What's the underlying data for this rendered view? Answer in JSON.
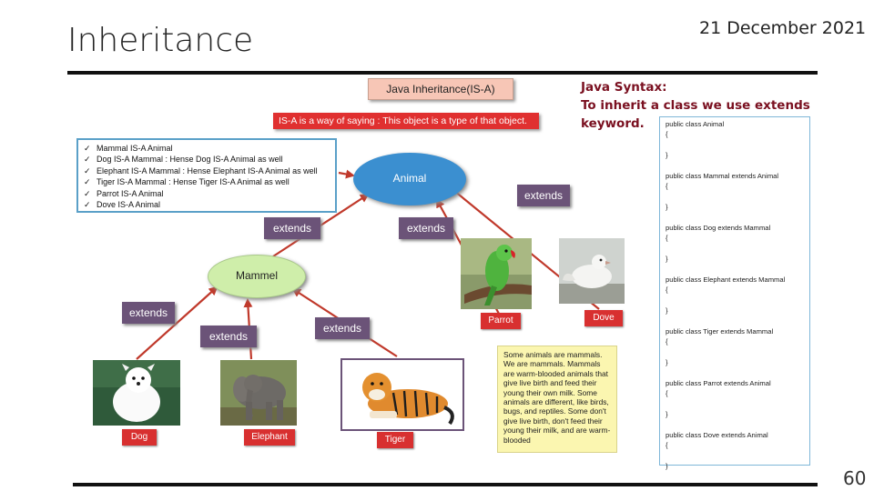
{
  "slide": {
    "title": "Inheritance",
    "date": "21 December 2021",
    "page_number": "60"
  },
  "syntax": {
    "line1": "Java Syntax:",
    "line2": "To inherit a class we use extends keyword."
  },
  "diagram": {
    "header": "Java Inheritance(IS-A)",
    "isa_statement": "IS-A is a way of saying : This object is a type of that object.",
    "checklist": [
      "Mammal IS-A Animal",
      "Dog IS-A Mammal  :  Hense  Dog IS-A Animal as well",
      "Elephant IS-A Mammal  :  Hense Elephant IS-A Animal as well",
      "Tiger IS-A Mammal :  Hense Tiger IS-A Animal as well",
      "Parrot IS-A Animal",
      "Dove IS-A Animal"
    ],
    "check_glyph": "✓",
    "root_node": "Animal",
    "mid_node": "Mammel",
    "extends_label": "extends",
    "labels": {
      "parrot": "Parrot",
      "dove": "Dove",
      "dog": "Dog",
      "elephant": "Elephant",
      "tiger": "Tiger"
    },
    "note": "Some animals are mammals. We are mammals. Mammals are warm-blooded animals that give live birth and feed their young their own milk. Some animals are different, like birds, bugs, and reptiles. Some don't give live birth, don't feed their young their milk, and are warm-blooded"
  },
  "code": [
    [
      "public class Animal",
      "{",
      "}"
    ],
    [
      "public class Mammal extends Animal",
      "{",
      "}"
    ],
    [
      "public class Dog extends Mammal",
      "{",
      "}"
    ],
    [
      "public class Elephant extends Mammal",
      "{",
      "}"
    ],
    [
      "public class Tiger extends Mammal",
      "{",
      "}"
    ],
    [
      "public class Parrot extends Animal",
      "{",
      "}"
    ],
    [
      "public class Dove extends Animal",
      "{",
      "}"
    ]
  ],
  "colors": {
    "accent_red": "#e03030",
    "animal_blue": "#3b8fd0",
    "extends_purple": "#6b5378",
    "arrow_red": "#c0392b",
    "syntax_maroon": "#7a1020"
  }
}
